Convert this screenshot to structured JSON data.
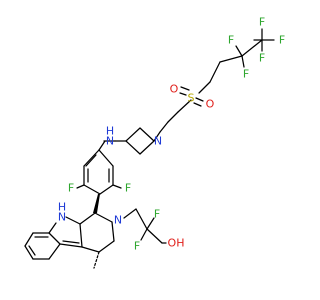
{
  "molecule": {
    "atom_labels": [
      {
        "id": "f_cf3_top",
        "text": "F",
        "element": "F"
      },
      {
        "id": "f_cf3_right",
        "text": "F",
        "element": "F"
      },
      {
        "id": "f_cf3_bottom",
        "text": "F",
        "element": "F"
      },
      {
        "id": "f_cf2_left",
        "text": "F",
        "element": "F"
      },
      {
        "id": "f_cf2_bottom",
        "text": "F",
        "element": "F"
      },
      {
        "id": "s_sulfonyl",
        "text": "S",
        "element": "S"
      },
      {
        "id": "o_sulfonyl_left",
        "text": "O",
        "element": "O"
      },
      {
        "id": "o_sulfonyl_right",
        "text": "O",
        "element": "O"
      },
      {
        "id": "n_azetidine",
        "text": "N",
        "element": "N"
      },
      {
        "id": "nh_amine",
        "text": "N",
        "element": "N"
      },
      {
        "id": "h_amine",
        "text": "H",
        "element": "H"
      },
      {
        "id": "f_aryl_left",
        "text": "F",
        "element": "F"
      },
      {
        "id": "f_aryl_right",
        "text": "F",
        "element": "F"
      },
      {
        "id": "nh_indole",
        "text": "N",
        "element": "N"
      },
      {
        "id": "h_indole",
        "text": "H",
        "element": "H"
      },
      {
        "id": "n_ring",
        "text": "N",
        "element": "N"
      },
      {
        "id": "f_chain_1",
        "text": "F",
        "element": "F"
      },
      {
        "id": "f_chain_2",
        "text": "F",
        "element": "F"
      },
      {
        "id": "oh_hydroxyl",
        "text": "OH",
        "element": "O"
      }
    ],
    "element_colors": {
      "F": "#2ea62e",
      "N": "#1f3bd6",
      "O": "#e0201b",
      "S": "#b8a800",
      "C": "#000000"
    }
  }
}
